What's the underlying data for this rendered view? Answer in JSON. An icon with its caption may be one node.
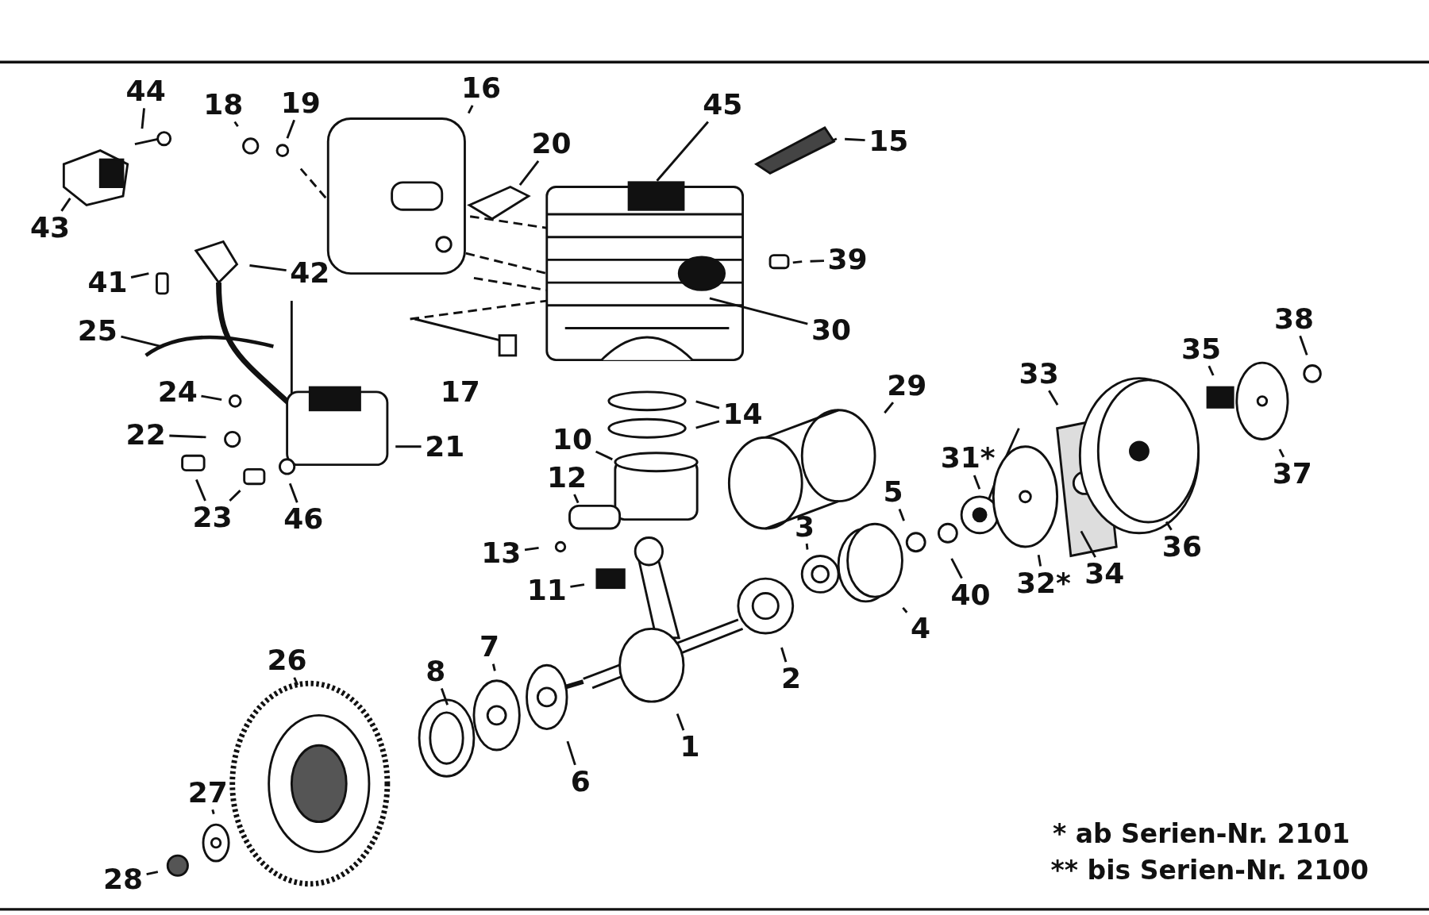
{
  "diagram": {
    "nodes": [
      {
        "text": [
          "44"
        ]
      },
      {
        "text": [
          "18"
        ]
      },
      {
        "text": [
          "19"
        ]
      },
      {
        "text": [
          "16"
        ]
      },
      {
        "text": [
          "45"
        ]
      },
      {
        "text": [
          "15"
        ]
      },
      {
        "text": [
          "20"
        ]
      },
      {
        "text": [
          "43"
        ]
      },
      {
        "text": [
          "42"
        ]
      },
      {
        "text": [
          "41"
        ]
      },
      {
        "text": [
          "39"
        ]
      },
      {
        "text": [
          "25"
        ]
      },
      {
        "text": [
          "30"
        ]
      },
      {
        "text": [
          "14"
        ]
      },
      {
        "text": [
          "29"
        ]
      },
      {
        "text": [
          "33"
        ]
      },
      {
        "text": [
          "38"
        ]
      },
      {
        "text": [
          "35"
        ]
      },
      {
        "text": [
          "10"
        ]
      },
      {
        "text": [
          "21"
        ]
      },
      {
        "text": [
          "24"
        ]
      },
      {
        "text": [
          "22"
        ]
      },
      {
        "text": [
          "12"
        ]
      },
      {
        "text": [
          "37"
        ]
      },
      {
        "text": [
          "31*"
        ]
      },
      {
        "text": [
          "5"
        ]
      },
      {
        "text": [
          "23"
        ]
      },
      {
        "text": [
          "46"
        ]
      },
      {
        "text": [
          "36"
        ]
      },
      {
        "text": [
          "34"
        ]
      },
      {
        "text": [
          "3"
        ]
      },
      {
        "text": [
          "13"
        ]
      },
      {
        "text": [
          "40"
        ]
      },
      {
        "text": [
          "32*"
        ]
      },
      {
        "text": [
          "11"
        ]
      },
      {
        "text": [
          "4"
        ]
      },
      {
        "text": [
          "2"
        ]
      },
      {
        "text": [
          "8"
        ]
      },
      {
        "text": [
          "26"
        ]
      },
      {
        "text": [
          "7"
        ]
      },
      {
        "text": [
          "1"
        ]
      },
      {
        "text": [
          "6"
        ]
      },
      {
        "text": [
          "27"
        ]
      },
      {
        "text": [
          "28"
        ]
      }
    ],
    "edges": [
      {
        "from": 0,
        "to": null,
        "arrow": "none"
      },
      {
        "from": 1,
        "to": null,
        "arrow": "none"
      },
      {
        "from": 2,
        "to": null,
        "arrow": "none"
      },
      {
        "from": 3,
        "to": null,
        "arrow": "none"
      },
      {
        "from": 4,
        "to": null,
        "arrow": "none"
      },
      {
        "from": 5,
        "to": null,
        "arrow": "none"
      },
      {
        "from": 6,
        "to": null,
        "arrow": "none"
      },
      {
        "from": 7,
        "to": null,
        "arrow": "none"
      },
      {
        "from": 8,
        "to": null,
        "arrow": "none"
      },
      {
        "from": 9,
        "to": null,
        "arrow": "none"
      },
      {
        "from": 10,
        "to": null,
        "arrow": "none"
      },
      {
        "from": 11,
        "to": null,
        "arrow": "none"
      },
      {
        "from": 12,
        "to": null,
        "arrow": "none"
      },
      {
        "from": 13,
        "to": null,
        "arrow": "none"
      },
      {
        "from": 13,
        "to": null,
        "arrow": "none"
      },
      {
        "from": 14,
        "to": null,
        "arrow": "none"
      },
      {
        "from": 15,
        "to": null,
        "arrow": "none"
      },
      {
        "from": 16,
        "to": null,
        "arrow": "none"
      },
      {
        "from": 17,
        "to": null,
        "arrow": "none"
      },
      {
        "from": 18,
        "to": null,
        "arrow": "none"
      },
      {
        "from": 19,
        "to": null,
        "arrow": "none"
      },
      {
        "from": 20,
        "to": null,
        "arrow": "none"
      },
      {
        "from": 21,
        "to": null,
        "arrow": "none"
      },
      {
        "from": 22,
        "to": null,
        "arrow": "none"
      },
      {
        "from": 23,
        "to": null,
        "arrow": "none"
      },
      {
        "from": 24,
        "to": null,
        "arrow": "none"
      },
      {
        "from": 25,
        "to": null,
        "arrow": "none"
      },
      {
        "from": 26,
        "to": null,
        "arrow": "none"
      },
      {
        "from": 26,
        "to": null,
        "arrow": "none"
      },
      {
        "from": 27,
        "to": null,
        "arrow": "none"
      },
      {
        "from": 28,
        "to": null,
        "arrow": "none"
      },
      {
        "from": 29,
        "to": null,
        "arrow": "none"
      },
      {
        "from": 30,
        "to": null,
        "arrow": "none"
      },
      {
        "from": 31,
        "to": null,
        "arrow": "none"
      },
      {
        "from": 32,
        "to": null,
        "arrow": "none"
      },
      {
        "from": 33,
        "to": null,
        "arrow": "none"
      },
      {
        "from": 34,
        "to": null,
        "arrow": "none"
      },
      {
        "from": 35,
        "to": null,
        "arrow": "none"
      },
      {
        "from": 36,
        "to": null,
        "arrow": "none"
      },
      {
        "from": 37,
        "to": null,
        "arrow": "none"
      },
      {
        "from": 38,
        "to": null,
        "arrow": "none"
      },
      {
        "from": 39,
        "to": null,
        "arrow": "none"
      },
      {
        "from": 40,
        "to": null,
        "arrow": "none"
      },
      {
        "from": 41,
        "to": null,
        "arrow": "none"
      },
      {
        "from": 42,
        "to": null,
        "arrow": "none"
      },
      {
        "from": 43,
        "to": null,
        "arrow": "none"
      }
    ],
    "labels": [
      "17",
      "* ab Serien-Nr. 2101",
      "** bis Serien-Nr. 2100"
    ]
  }
}
